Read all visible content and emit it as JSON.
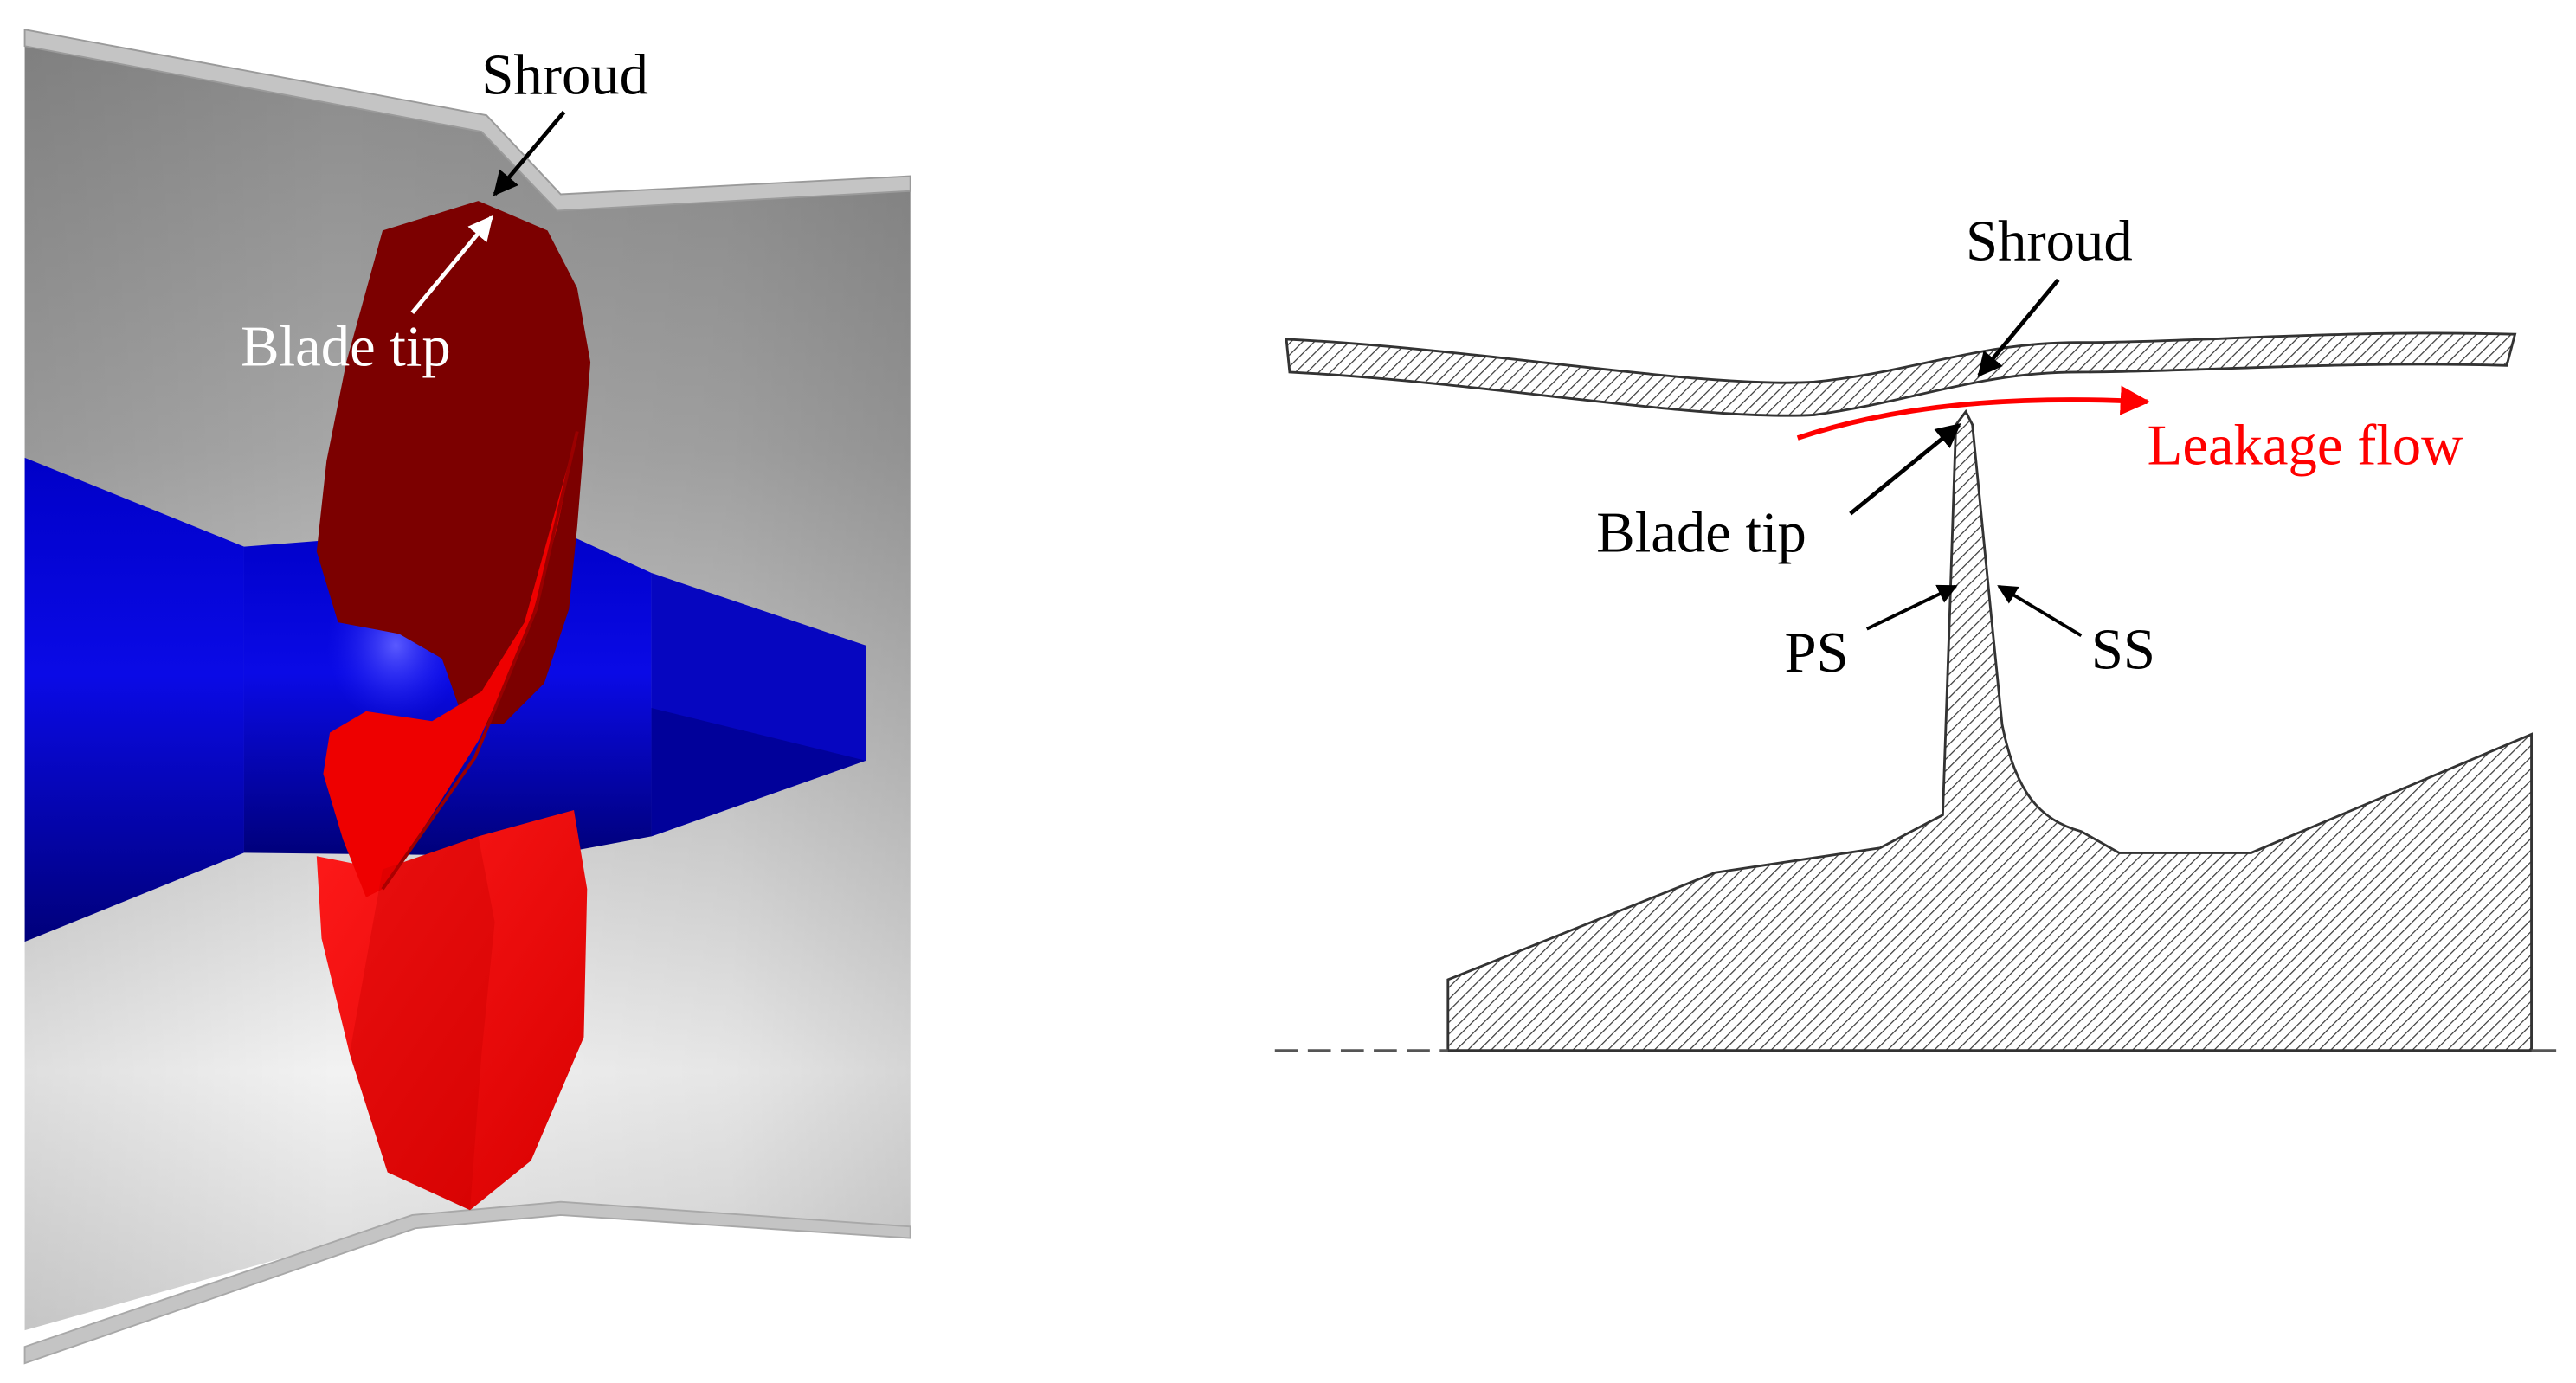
{
  "left_panel": {
    "shroud_label": "Shroud",
    "blade_tip_label": "Blade tip"
  },
  "right_panel": {
    "shroud_label": "Shroud",
    "leakage_flow_label": "Leakage flow",
    "blade_tip_label": "Blade tip",
    "ps_label": "PS",
    "ss_label": "SS"
  },
  "colors": {
    "hub": "#0a0ad0",
    "blade_upper": "#7a0000",
    "blade_lower": "#ee0000",
    "leakage_flow": "#ff0000",
    "hatch": "#333333",
    "annotation_arrow": "#000000",
    "blade_tip_arrow": "#ffffff"
  }
}
